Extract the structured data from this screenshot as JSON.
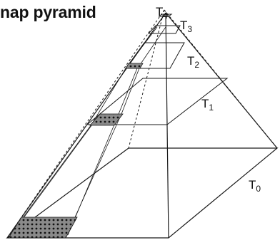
{
  "title": "nap pyramid",
  "levels": [
    {
      "prefix": "T",
      "index": "4"
    },
    {
      "prefix": "T",
      "index": "3"
    },
    {
      "prefix": "T",
      "index": "2"
    },
    {
      "prefix": "T",
      "index": "1"
    },
    {
      "prefix": "T",
      "index": "0"
    }
  ],
  "colors": {
    "line": "#1a1a1a",
    "tile_fill": "#8a8a8a",
    "tile_dot": "#111111",
    "background": "#ffffff"
  }
}
